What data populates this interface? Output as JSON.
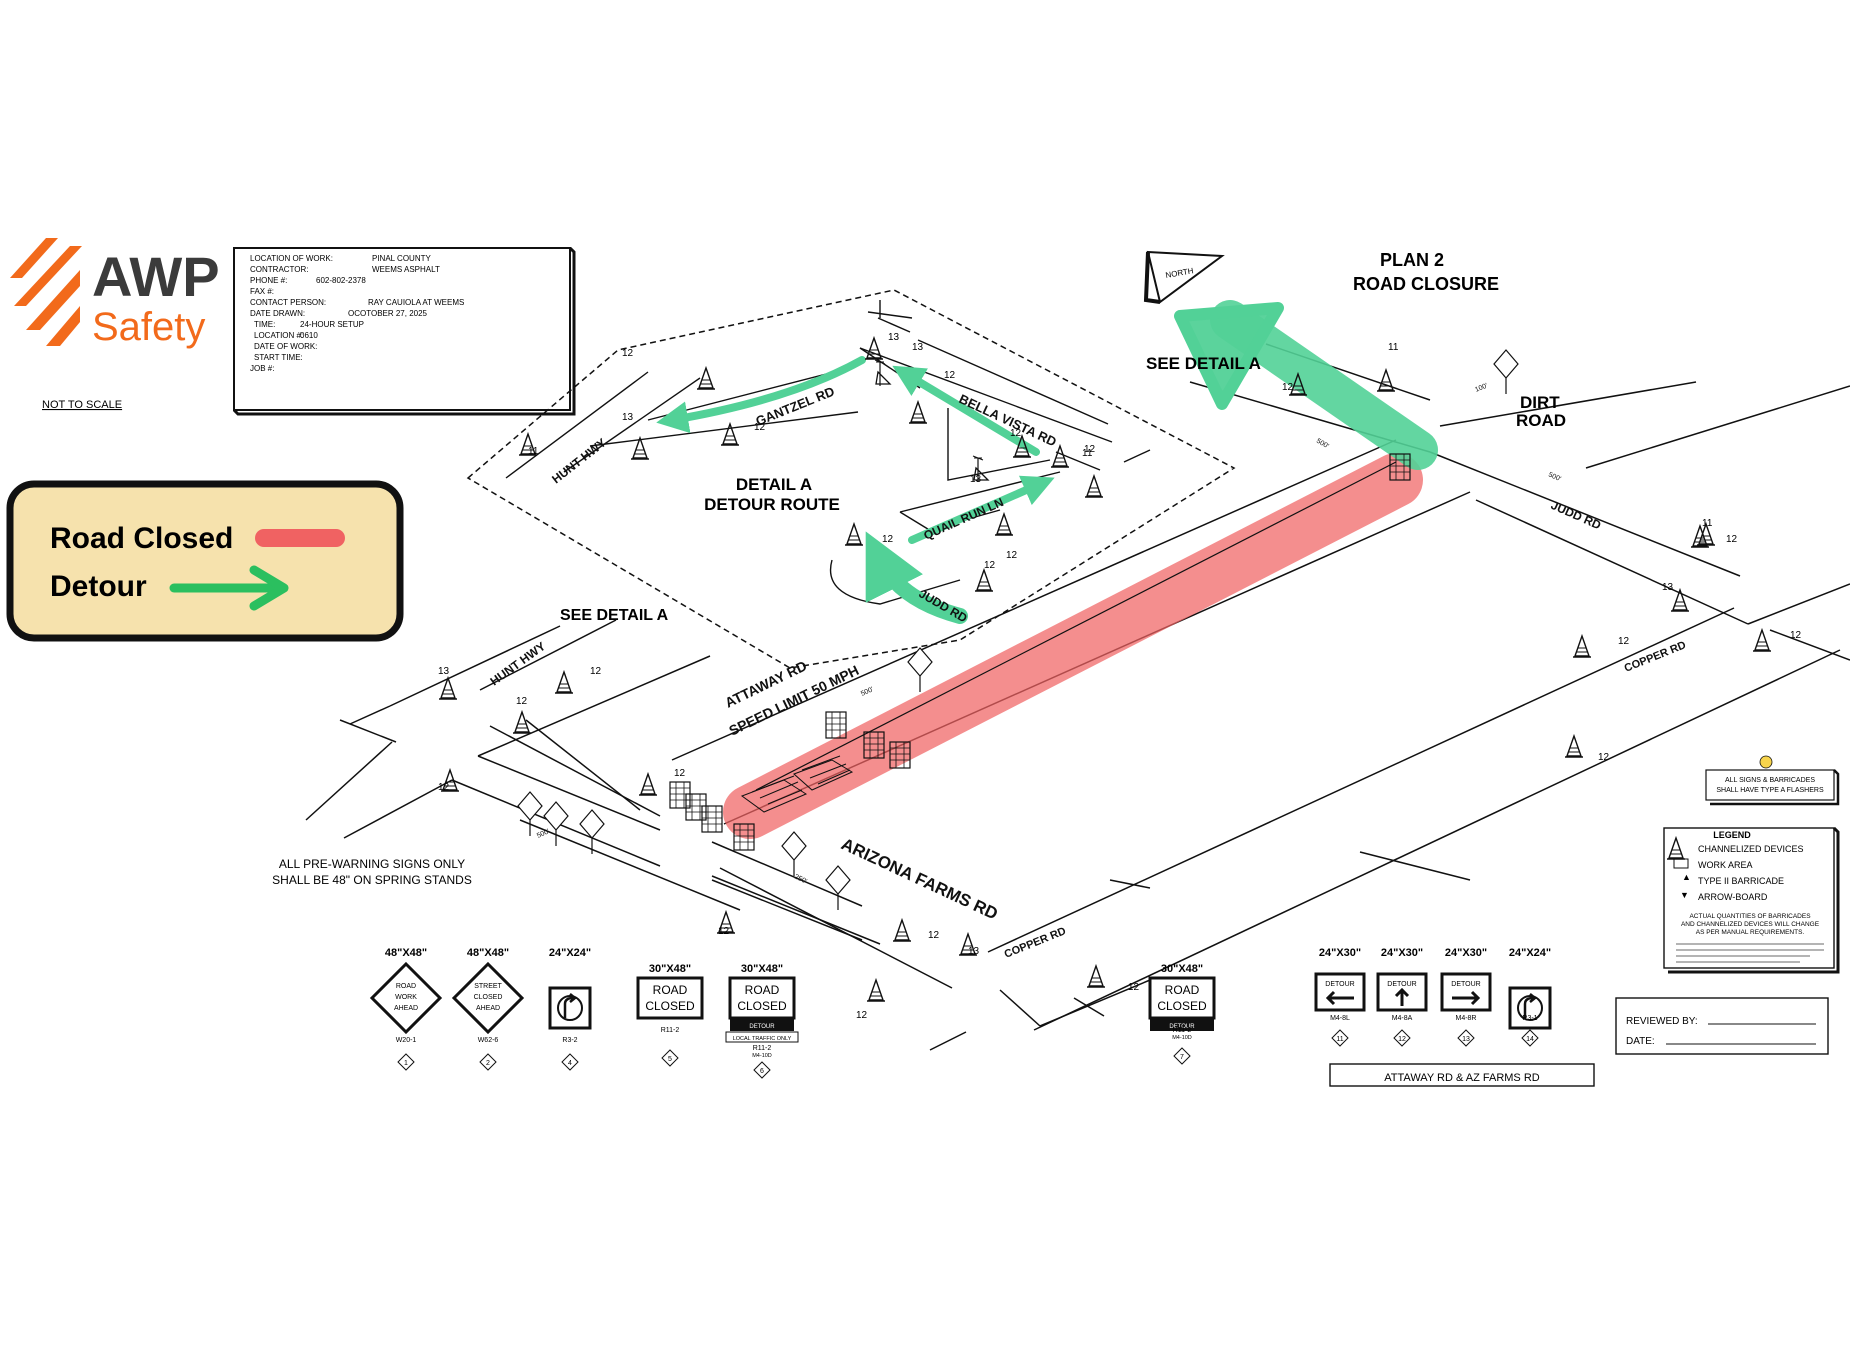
{
  "logo": {
    "name": "AWP",
    "sub": "Safety",
    "stripe_color": "#f26a1b"
  },
  "not_to_scale": "NOT TO SCALE",
  "info_box": {
    "rows": [
      {
        "label": "LOCATION OF WORK:",
        "value": "PINAL COUNTY"
      },
      {
        "label": "CONTRACTOR:",
        "value": "WEEMS ASPHALT"
      },
      {
        "label": "PHONE #:",
        "value": "602-802-2378"
      },
      {
        "label": "FAX #:",
        "value": ""
      },
      {
        "label": "CONTACT PERSON:",
        "value": "RAY CAUIOLA  AT WEEMS"
      },
      {
        "label": "DATE DRAWN:",
        "value": "OCOTOBER 27, 2025"
      },
      {
        "label": "TIME:",
        "value": "24-HOUR SETUP"
      },
      {
        "label": "LOCATION #:",
        "value": "0610"
      },
      {
        "label": "DATE OF WORK:",
        "value": ""
      },
      {
        "label": "START TIME:",
        "value": ""
      },
      {
        "label": "JOB #:",
        "value": ""
      }
    ]
  },
  "key": {
    "road_closed": "Road Closed",
    "detour": "Detour",
    "road_closed_color": "#f06262",
    "detour_color": "#2bbf5f",
    "box_color": "#f6e2ad"
  },
  "plan_title": [
    "PLAN 2",
    "ROAD CLOSURE"
  ],
  "north": "NORTH",
  "see_detail_top": "SEE DETAIL A",
  "see_detail_left": "SEE DETAIL A",
  "detail_title": [
    "DETAIL A",
    "DETOUR ROUTE"
  ],
  "dirt_road": [
    "DIRT",
    "ROAD"
  ],
  "streets": {
    "gantzel": "GANTZEL RD",
    "bella_vista": "BELLA VISTA RD",
    "hunt_hwy_detail": "HUNT HWY",
    "quail_run": "QUAIL RUN LN",
    "judd_detail": "JUDD RD",
    "judd_main": "JUDD RD",
    "copper_right": "COPPER RD",
    "copper_bottom": "COPPER RD",
    "hunt_hwy_main": "HUNT HWY",
    "attaway": "ATTAWAY RD",
    "speed_limit": "SPEED LIMIT 50 MPH",
    "arizona_farms": "ARIZONA FARMS RD"
  },
  "distances": {
    "d500_top": "500'",
    "d100": "100'",
    "d500_judd": "500'",
    "d500_att": "500'",
    "d500_left": "500'",
    "d250": "250'"
  },
  "device_numbers": [
    "12",
    "13",
    "11",
    "12",
    "13",
    "12",
    "12",
    "13",
    "12",
    "12",
    "13",
    "11",
    "12",
    "12",
    "12",
    "12",
    "13",
    "12",
    "12",
    "12",
    "11",
    "12",
    "13",
    "12",
    "12",
    "11",
    "12",
    "12",
    "13",
    "12",
    "12",
    "12"
  ],
  "pre_warning_note": [
    "ALL PRE-WARNING SIGNS ONLY",
    "SHALL BE 48\" ON SPRING STANDS"
  ],
  "flasher_note": [
    "ALL SIGNS & BARRICADES",
    "SHALL HAVE TYPE A FLASHERS"
  ],
  "legend": {
    "title": "LEGEND",
    "items": [
      "CHANNELIZED DEVICES",
      "WORK AREA",
      "TYPE II BARRICADE",
      "ARROW-BOARD"
    ],
    "note": [
      "ACTUAL QUANTITIES OF BARRICADES",
      "AND CHANNELIZED DEVICES WILL CHANGE",
      "AS PER MANUAL REQUIREMENTS."
    ]
  },
  "signs": [
    {
      "size": "48\"X48\"",
      "text": [
        "ROAD",
        "WORK",
        "AHEAD"
      ],
      "code": "W20-1",
      "num": "1"
    },
    {
      "size": "48\"X48\"",
      "text": [
        "STREET",
        "CLOSED",
        "AHEAD"
      ],
      "code": "W62-6",
      "num": "2"
    },
    {
      "size": "24\"X24\"",
      "text": [],
      "code": "R3-2",
      "num": "4"
    },
    {
      "size": "30\"X48\"",
      "text": [
        "ROAD",
        "CLOSED"
      ],
      "code": "R11-2",
      "num": "5"
    },
    {
      "size": "30\"X48\"",
      "text": [
        "ROAD",
        "CLOSED"
      ],
      "code": "R11-2",
      "num": "6",
      "sub": "DETOUR",
      "extra": "LOCAL TRAFFIC ONLY",
      "code2": "M4-10D"
    },
    {
      "size": "30\"X48\"",
      "text": [
        "ROAD",
        "CLOSED"
      ],
      "code": "R11-2",
      "num": "7",
      "sub": "DETOUR",
      "code2": "M4-10D"
    },
    {
      "size": "24\"X30\"",
      "text": [
        "DETOUR"
      ],
      "code": "M4-8L",
      "num": "11"
    },
    {
      "size": "24\"X30\"",
      "text": [
        "DETOUR"
      ],
      "code": "M4-8A",
      "num": "12"
    },
    {
      "size": "24\"X30\"",
      "text": [
        "DETOUR"
      ],
      "code": "M4-8R",
      "num": "13"
    },
    {
      "size": "24\"X24\"",
      "text": [],
      "code": "R3-1",
      "num": "14"
    }
  ],
  "review": {
    "reviewed_by": "REVIEWED BY:",
    "date": "DATE:"
  },
  "footer_title": "ATTAWAY RD & AZ FARMS RD"
}
